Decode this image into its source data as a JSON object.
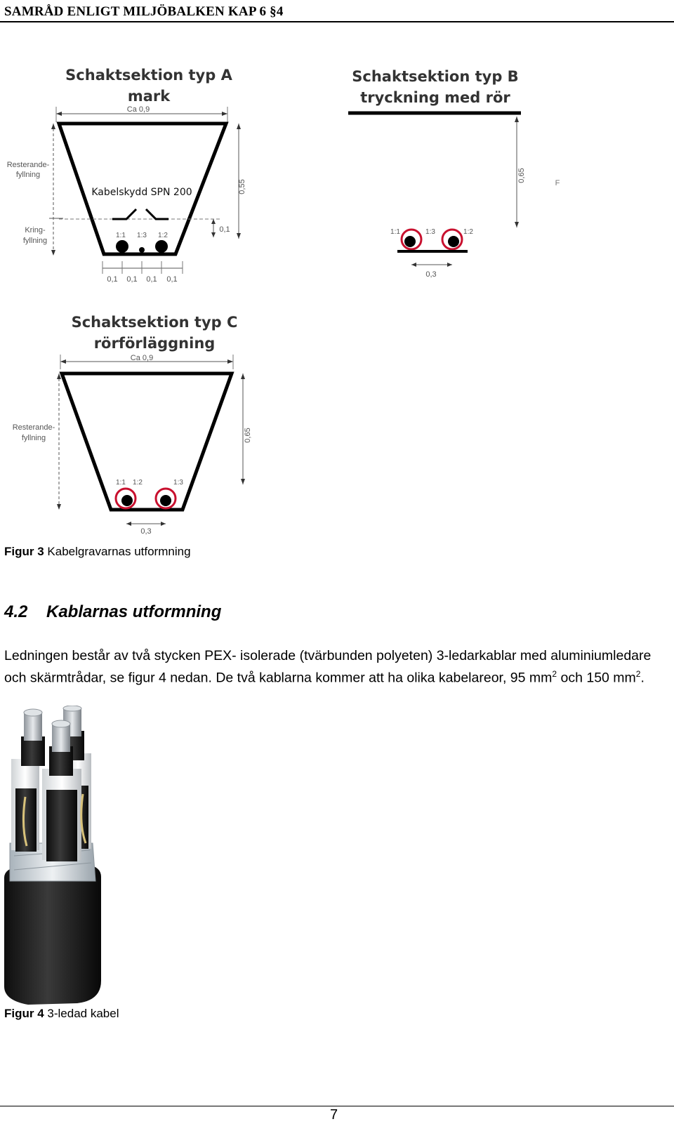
{
  "header": {
    "title": "SAMRÅD ENLIGT MILJÖBALKEN KAP 6 §4"
  },
  "figure3": {
    "typeA": {
      "title_line1": "Schaktsektion typ A",
      "title_line2": "mark",
      "width_label": "Ca 0,9",
      "depth_label": "0,55",
      "left_label1_line1": "Resterande-",
      "left_label1_line2": "fyllning",
      "left_label2_line1": "Kring-",
      "left_label2_line2": "fyllning",
      "protection_label": "Kabelskydd SPN 200",
      "gap_label": "0,1",
      "cable_labels": [
        "1:1",
        "1:3",
        "1:2"
      ],
      "spacing_labels": [
        "0,1",
        "0,1",
        "0,1",
        "0,1"
      ]
    },
    "typeB": {
      "title_line1": "Schaktsektion typ B",
      "title_line2": "tryckning med rör",
      "depth_label": "0,65",
      "side_label": "F",
      "cable_labels": [
        "1:1",
        "1:3",
        "1:2"
      ],
      "spacing_label": "0,3"
    },
    "typeC": {
      "title_line1": "Schaktsektion typ C",
      "title_line2": "rörförläggning",
      "width_label": "Ca 0,9",
      "depth_label": "0,65",
      "left_label_line1": "Resterande-",
      "left_label_line2": "fyllning",
      "cable_labels": [
        "1:1",
        "1:2",
        "1:3"
      ],
      "spacing_label": "0,3"
    },
    "caption_label": "Figur 3",
    "caption_text": "Kabelgravarnas utformning"
  },
  "section": {
    "number": "4.2",
    "title": "Kablarnas utformning"
  },
  "paragraph": {
    "part1": "Ledningen består av två stycken PEX- isolerade (tvärbunden polyeten) 3-ledarkablar med aluminiumledare och skärmtrådar, se figur 4 nedan. De två kablarna kommer att ha olika kabelareor, 95 mm",
    "sup1": "2",
    "part2": " och 150 mm",
    "sup2": "2",
    "part3": "."
  },
  "figure4": {
    "caption_label": "Figur 4",
    "caption_text": "3-ledad kabel"
  },
  "footer": {
    "page_number": "7"
  },
  "colors": {
    "ink": "#000000",
    "pipe": "#c8102e",
    "dim": "#555555"
  }
}
